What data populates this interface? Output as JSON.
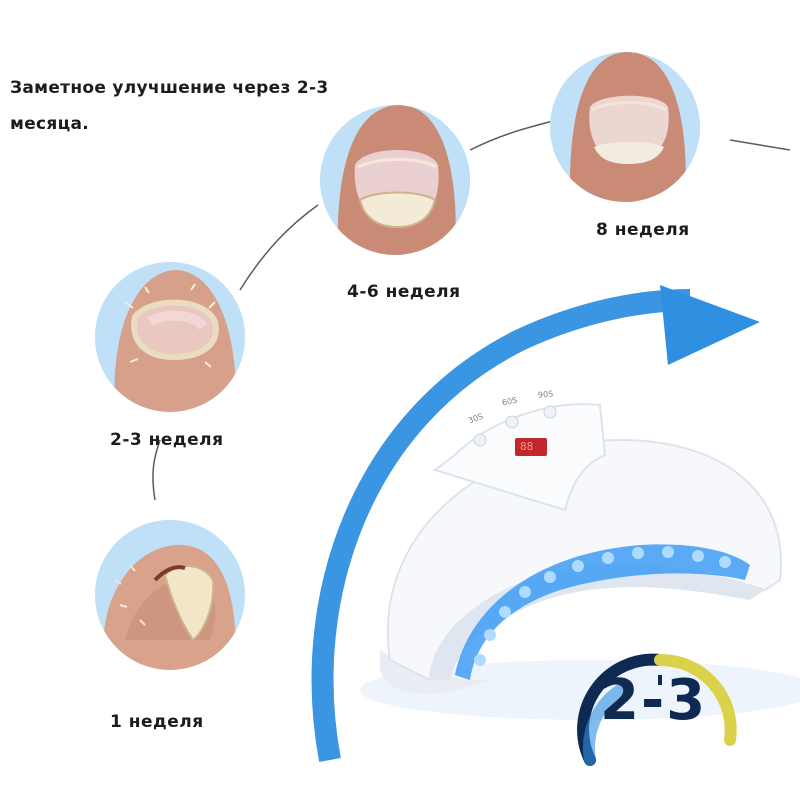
{
  "headline": {
    "line1": "Заметное улучшение через 2-3",
    "line2": "месяца."
  },
  "stages": [
    {
      "label": "1 неделя",
      "icon": "nail-week1-icon"
    },
    {
      "label": "2-3 неделя",
      "icon": "nail-week2-3-icon"
    },
    {
      "label": "4-6 неделя",
      "icon": "nail-week4-6-icon"
    },
    {
      "label": "8 неделя",
      "icon": "nail-week8-icon"
    }
  ],
  "lamp": {
    "icon": "uv-lamp-icon",
    "buttons": [
      "30S",
      "60S",
      "90S"
    ],
    "display": "88"
  },
  "badge": {
    "text": "2-3",
    "icon": "clock-arc-icon"
  },
  "colors": {
    "accent_blue": "#2f8fe0",
    "circle_bg": "#bfe0f6",
    "uv_led": "#4aa8ff",
    "badge_yellow": "#d9d24a",
    "badge_navy": "#0f2a52"
  }
}
